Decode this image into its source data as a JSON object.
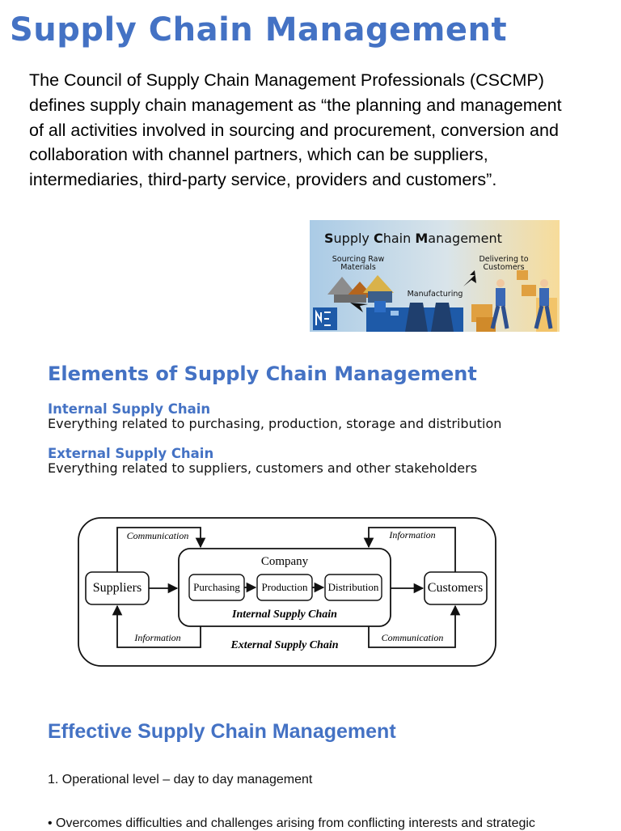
{
  "page": {
    "title": "Supply Chain Management",
    "intro": "The Council of Supply Chain Management Professionals (CSCMP) defines supply chain management as “the planning and management of all activities involved in sourcing and procurement, conversion and collaboration with channel partners, which can be suppliers, intermediaries, third-party service, providers and customers”."
  },
  "hero_image": {
    "title_s": "S",
    "title_upply": "upply ",
    "title_c": "C",
    "title_hain": "hain ",
    "title_m": "M",
    "title_anagement": "anagement",
    "label_sourcing_1": "Sourcing Raw",
    "label_sourcing_2": "Materials",
    "label_manufacturing": "Manufacturing",
    "label_delivering_1": "Delivering to",
    "label_delivering_2": "Customers",
    "colors": {
      "bg_left": "#aacbe6",
      "bg_right": "#f7dc9a"
    }
  },
  "elements": {
    "heading": "Elements of Supply Chain Management",
    "internal_title": "Internal Supply Chain",
    "internal_text": "Everything related to purchasing, production, storage and distribution",
    "external_title": "External Supply Chain",
    "external_text": "Everything related to suppliers, customers and other stakeholders"
  },
  "diagram": {
    "suppliers": "Suppliers",
    "customers": "Customers",
    "company": "Company",
    "purchasing": "Purchasing",
    "production": "Production",
    "distribution": "Distribution",
    "internal_label": "Internal Supply Chain",
    "external_label": "External Supply Chain",
    "communication_top": "Communication",
    "information_top": "Information",
    "information_bottom": "Information",
    "communication_bottom": "Communication"
  },
  "effective": {
    "heading": "Effective Supply Chain Management",
    "item_1": "1. Operational level – day to day management",
    "bullet_1": "• Overcomes difficulties and challenges arising from conflicting interests and strategic"
  },
  "theme": {
    "accent": "#4472c4"
  }
}
